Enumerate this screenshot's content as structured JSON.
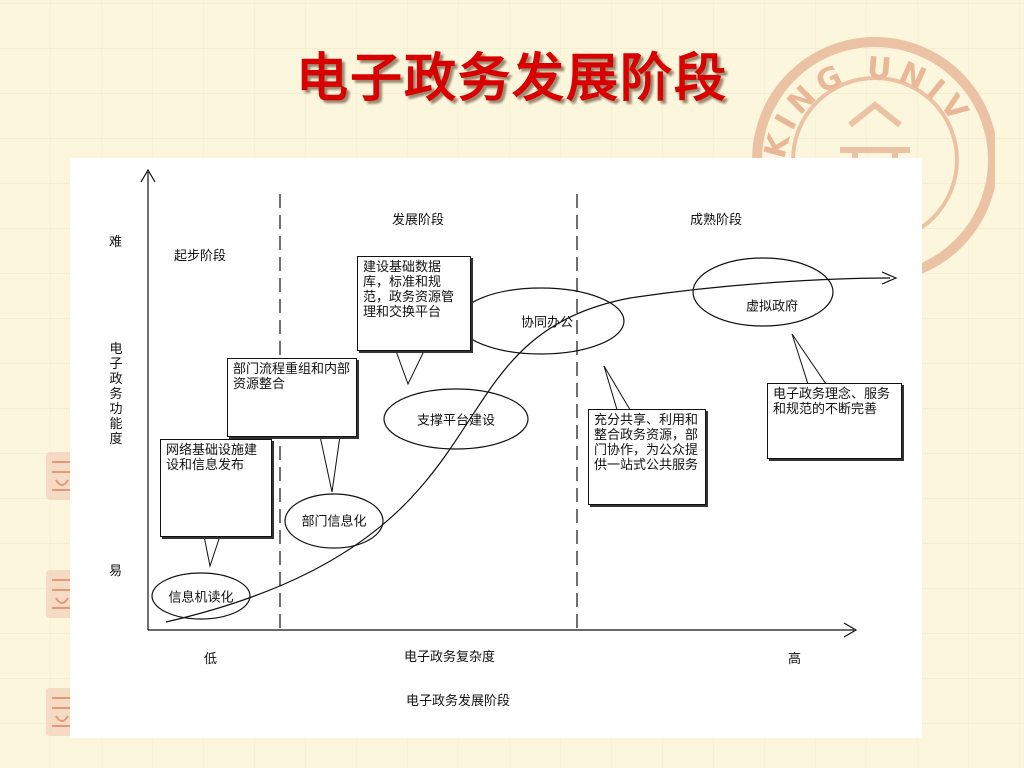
{
  "title": "电子政务发展阶段",
  "watermark_text": "KING UNIVERSITY",
  "diagram": {
    "stages": {
      "start": "起步阶段",
      "develop": "发展阶段",
      "mature": "成熟阶段"
    },
    "y_axis": {
      "top": "难",
      "label": "电子政务功能度",
      "bottom": "易"
    },
    "x_axis": {
      "low": "低",
      "label": "电子政务复杂度",
      "high": "高"
    },
    "caption": "电子政务发展阶段",
    "milestones": {
      "m1": "信息机读化",
      "m2": "部门信息化",
      "m3": "支撑平台建设",
      "m4": "协同办公",
      "m5": "虚拟政府"
    },
    "callouts": {
      "c1": "网络基础设施建设和信息发布",
      "c2": "部门流程重组和内部资源整合",
      "c3": "建设基础数据库，标准和规范，政务资源管理和交换平台",
      "c4": "充分共享、利用和整合政务资源，部门协作，为公众提供一站式公共服务",
      "c5": "电子政务理念、服务和规范的不断完善"
    },
    "colors": {
      "title": "#d80000",
      "seal": "#e8a080",
      "background": "#fbf6dc"
    }
  }
}
